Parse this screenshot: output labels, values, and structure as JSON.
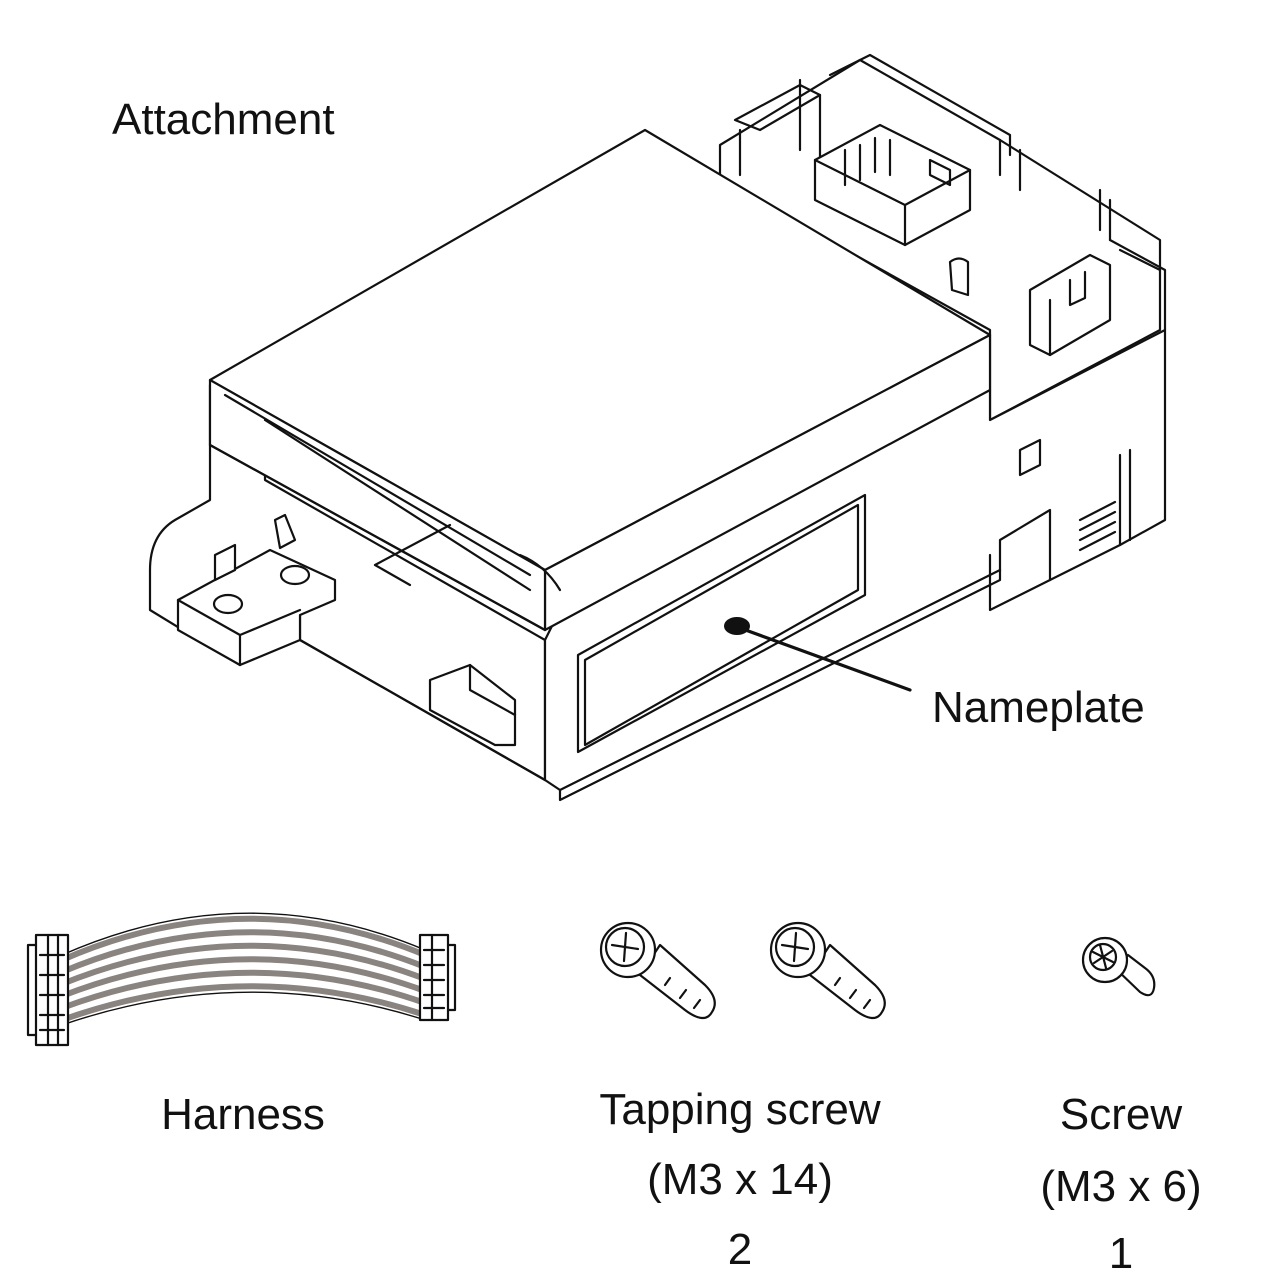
{
  "labels": {
    "attachment": "Attachment",
    "nameplate": "Nameplate",
    "harness": "Harness",
    "tapping_screw": {
      "name": "Tapping screw",
      "spec": "(M3 x 14)",
      "qty": "2"
    },
    "screw": {
      "name": "Screw",
      "spec": "(M3 x 6)",
      "qty": "1"
    }
  },
  "colors": {
    "line": "#111111",
    "background": "#ffffff",
    "harness_wire": "#8a8480"
  }
}
